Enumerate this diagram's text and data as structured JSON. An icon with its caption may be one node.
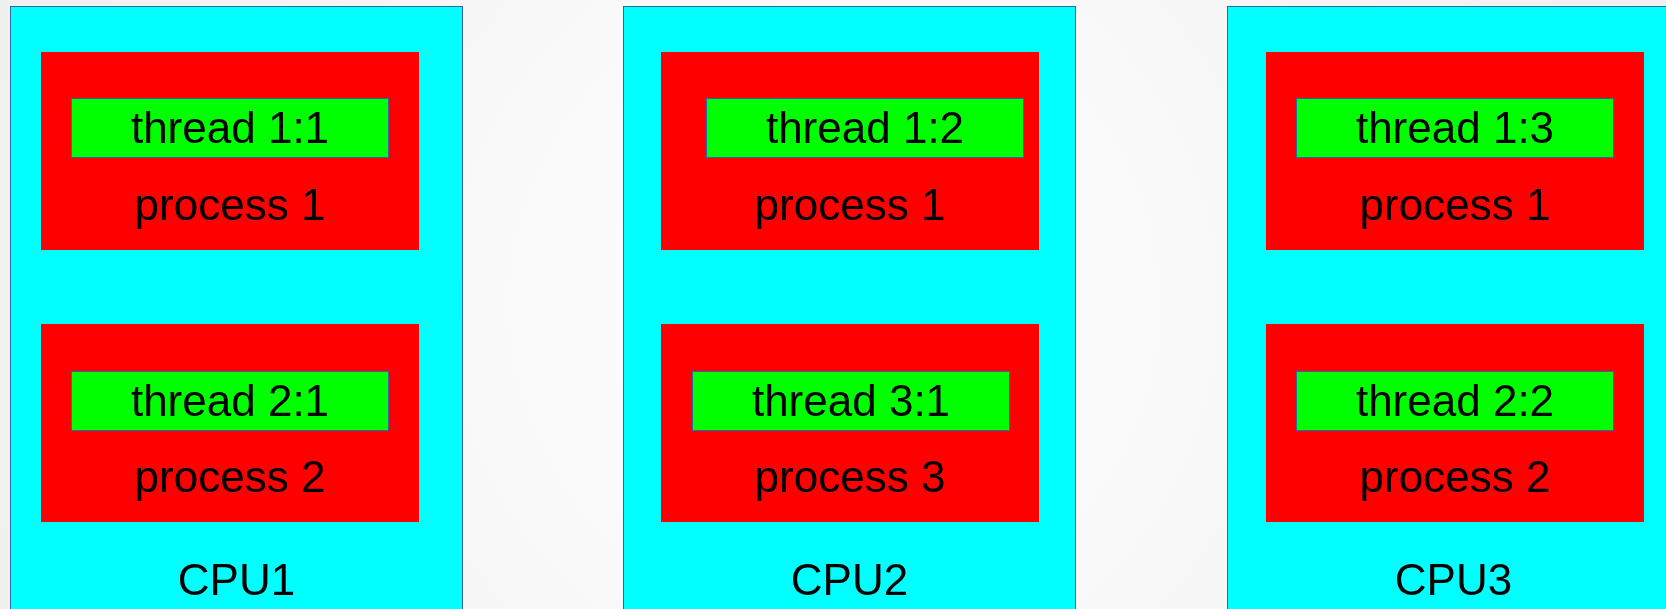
{
  "diagram": {
    "nodes": [
      {
        "text": [
          "CPU1"
        ]
      },
      {
        "text": [
          "process 1"
        ],
        "in": 0
      },
      {
        "text": [
          "thread 1:1"
        ],
        "in": 1
      },
      {
        "text": [
          "process 2"
        ],
        "in": 0
      },
      {
        "text": [
          "thread 2:1"
        ],
        "in": 3
      },
      {
        "text": [
          "CPU2"
        ]
      },
      {
        "text": [
          "process 1"
        ],
        "in": 5
      },
      {
        "text": [
          "thread 1:2"
        ],
        "in": 6
      },
      {
        "text": [
          "process 3"
        ],
        "in": 5
      },
      {
        "text": [
          "thread 3:1"
        ],
        "in": 8
      },
      {
        "text": [
          "CPU3"
        ]
      },
      {
        "text": [
          "process 1"
        ],
        "in": 10
      },
      {
        "text": [
          "thread 1:3"
        ],
        "in": 11
      },
      {
        "text": [
          "process 2"
        ],
        "in": 10
      },
      {
        "text": [
          "thread 2:2"
        ],
        "in": 13
      }
    ]
  }
}
